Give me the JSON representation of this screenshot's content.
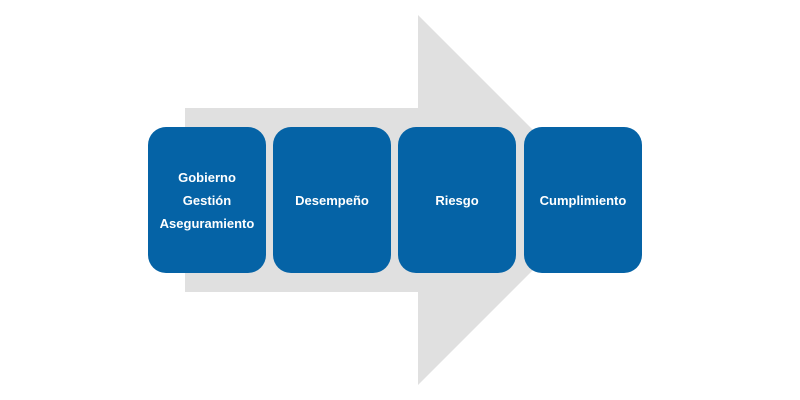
{
  "colors": {
    "box_fill": "#0563A6",
    "arrow_fill": "#E0E0E0",
    "text": "#FFFFFF"
  },
  "boxes": [
    {
      "lines": [
        "Gobierno",
        "Gestión",
        "Aseguramiento"
      ]
    },
    {
      "lines": [
        "Desempeño"
      ]
    },
    {
      "lines": [
        "Riesgo"
      ]
    },
    {
      "lines": [
        "Cumplimiento"
      ]
    }
  ]
}
